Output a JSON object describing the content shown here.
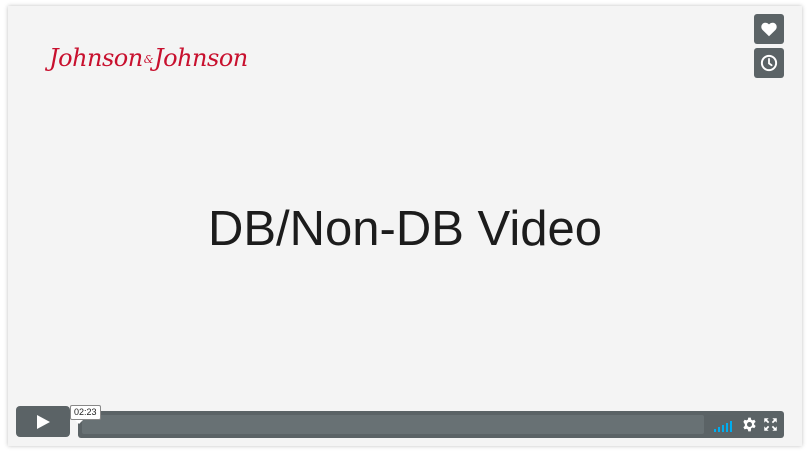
{
  "brand": {
    "logo_left": "Johnson",
    "logo_amp": "&",
    "logo_right": "Johnson",
    "logo_color": "#c8102e"
  },
  "video": {
    "title": "DB/Non-DB Video"
  },
  "side_buttons": {
    "like_icon": "heart-icon",
    "watch_later_icon": "clock-icon"
  },
  "player": {
    "duration": "02:23",
    "progress": 0,
    "volume_level": 1.0,
    "accent_color": "#00adef",
    "control_color": "#5b6366",
    "icons": [
      "play-icon",
      "volume-icon",
      "gear-icon",
      "fullscreen-icon"
    ]
  }
}
